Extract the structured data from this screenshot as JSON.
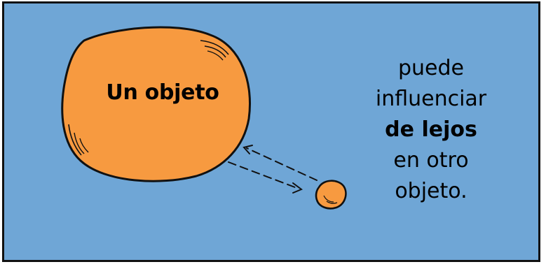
{
  "colors": {
    "background": "#6fa6d6",
    "blob": "#f79a40",
    "outline": "#111111"
  },
  "big_object": {
    "label": "Un objeto"
  },
  "small_object": {
    "icon": "small-blob-icon"
  },
  "arrows": {
    "icon": "dashed-double-arrow-icon"
  },
  "caption": {
    "line1": "puede",
    "line2": "influenciar",
    "line3": "de lejos",
    "line4": "en otro",
    "line5": "objeto."
  }
}
